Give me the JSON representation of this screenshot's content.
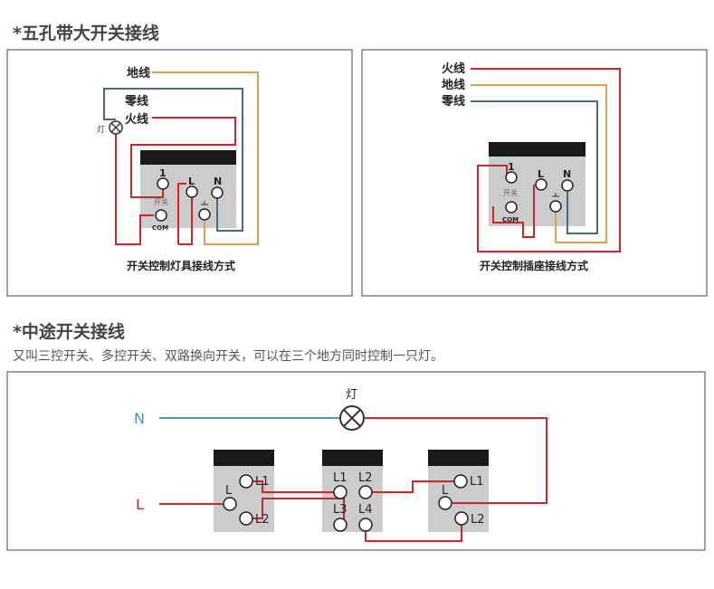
{
  "section1": {
    "title": "*五孔带大开关接线",
    "left": {
      "ground": "地线",
      "neutral": "零线",
      "live": "火线",
      "lamp": "灯",
      "t1": "1",
      "tL": "L",
      "tN": "N",
      "switch": "开关",
      "com": "COM",
      "caption": "开关控制灯具接线方式"
    },
    "right": {
      "live": "火线",
      "ground": "地线",
      "neutral": "零线",
      "t1": "1",
      "tL": "L",
      "tN": "N",
      "switch": "开关",
      "com": "COM",
      "caption": "开关控制插座接线方式"
    }
  },
  "section2": {
    "title": "*中途开关接线",
    "subtitle": "又叫三控开关、多控开关、双路换向开关，可以在三个地方同时控制一只灯。",
    "lamp": "灯",
    "N": "N",
    "L": "L",
    "sw1": {
      "L": "L",
      "L1": "L1",
      "L2": "L2"
    },
    "sw2": {
      "L1": "L1",
      "L2": "L2",
      "L3": "L3",
      "L4": "L4"
    },
    "sw3": {
      "L": "L",
      "L1": "L1",
      "L2": "L2"
    }
  },
  "colors": {
    "live": "#d0262a",
    "neutral": "#4a6a80",
    "ground": "#e0a050",
    "teal": "#4a9aa8",
    "panel": "#cccccc",
    "panelTop": "#1a1a1a"
  }
}
